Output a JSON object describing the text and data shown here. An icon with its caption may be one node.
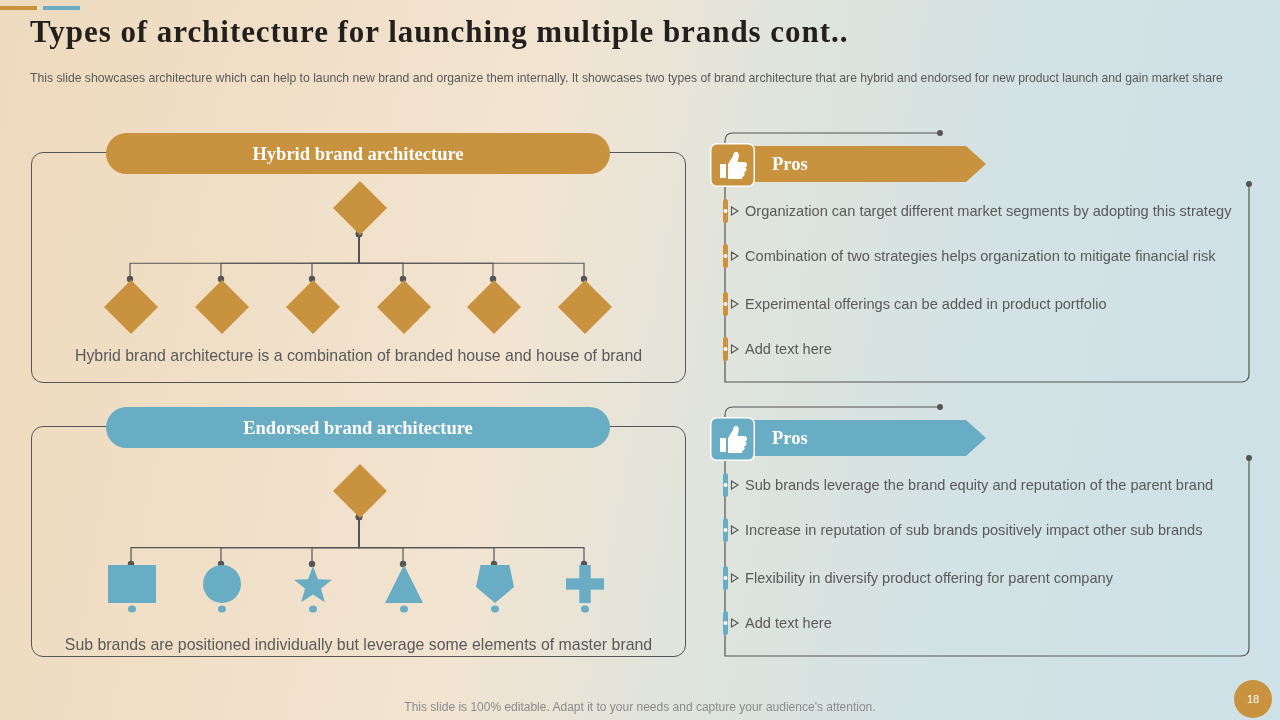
{
  "diagram": {
    "title": "Types of architecture for launching multiple brands cont..",
    "nodes": [
      {
        "text": [
          "Hybrid brand architecture"
        ]
      },
      {
        "text": [
          "Hybrid brand architecture is a combination of branded house and house of brand"
        ]
      },
      {
        "text": [],
        "shape": "diamond",
        "in": 1
      },
      {
        "text": [],
        "shape": "diamond",
        "in": 1
      },
      {
        "text": [],
        "shape": "diamond",
        "in": 1
      },
      {
        "text": [],
        "shape": "diamond",
        "in": 1
      },
      {
        "text": [],
        "shape": "diamond",
        "in": 1
      },
      {
        "text": [],
        "shape": "diamond",
        "in": 1
      },
      {
        "text": [],
        "shape": "diamond",
        "in": 1
      },
      {
        "text": [
          "Endorsed brand architecture"
        ]
      },
      {
        "text": [
          "Sub brands are positioned individually but leverage some elements of master brand"
        ]
      },
      {
        "text": [],
        "shape": "diamond",
        "in": 10
      },
      {
        "text": [],
        "shape": "box",
        "in": 10
      },
      {
        "text": [],
        "shape": "circle",
        "in": 10
      },
      {
        "text": [],
        "shape": "star",
        "in": 10
      },
      {
        "text": [],
        "shape": "triangle",
        "in": 10
      },
      {
        "text": [],
        "shape": "pentagon",
        "in": 10
      },
      {
        "text": [],
        "shape": "cross",
        "in": 10
      },
      {
        "text": [
          "Organization can target different market segments by adopting this strategy",
          "Combination of two strategies helps organization to mitigate financial risk",
          "Experimental offerings can be added in product portfolio",
          "Add text here"
        ]
      },
      {
        "text": [
          "Pros"
        ],
        "in": 18
      },
      {
        "text": [
          "Sub brands leverage the brand equity and reputation of the parent brand",
          "Increase in reputation of sub brands positively impact other sub brands",
          "Flexibility in diversify product offering for parent company",
          "Add text here"
        ]
      },
      {
        "text": [
          "Pros"
        ],
        "in": 20
      }
    ],
    "edges": [
      {
        "from": 2,
        "to": 3,
        "arrow": "other"
      },
      {
        "from": 2,
        "to": 4,
        "arrow": "other"
      },
      {
        "from": 2,
        "to": 5,
        "arrow": "other"
      },
      {
        "from": 2,
        "to": 6,
        "arrow": "other"
      },
      {
        "from": 2,
        "to": 7,
        "arrow": "other"
      },
      {
        "from": 2,
        "to": 8,
        "arrow": "other"
      },
      {
        "from": 11,
        "to": 12,
        "arrow": "other"
      },
      {
        "from": 11,
        "to": 13,
        "arrow": "other"
      },
      {
        "from": 11,
        "to": 14,
        "arrow": "other"
      },
      {
        "from": 11,
        "to": 15,
        "arrow": "other"
      },
      {
        "from": 11,
        "to": 16,
        "arrow": "other"
      },
      {
        "from": 11,
        "to": 17,
        "arrow": "other"
      }
    ],
    "labels": [
      "This slide showcases architecture which can help to launch new brand and organize them internally. It showcases two types of brand architecture that are hybrid and endorsed for new product launch and gain market share",
      "This slide is 100% editable. Adapt it to your needs and capture your audience's attention.",
      "18"
    ]
  }
}
